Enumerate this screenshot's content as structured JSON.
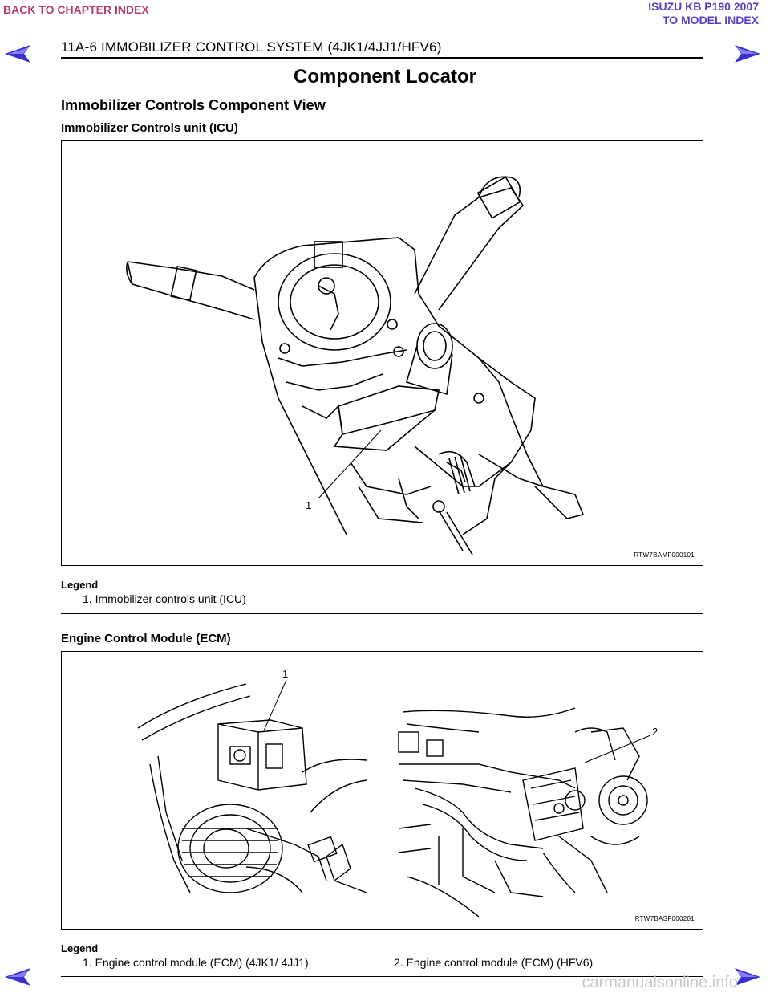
{
  "nav": {
    "back_chapter": "BACK TO CHAPTER INDEX",
    "model_line1": "ISUZU KB P190 2007",
    "model_line2": "TO MODEL INDEX"
  },
  "header": {
    "section": "11A-6   IMMOBILIZER CONTROL SYSTEM (4JK1/4JJ1/HFV6)"
  },
  "page_title": "Component Locator",
  "section_title": "Immobilizer Controls Component View",
  "figure1": {
    "heading": "Immobilizer Controls unit (ICU)",
    "callout": "1",
    "code": "RTW7BAMF000101",
    "legend_heading": "Legend",
    "legend_items": [
      "1.  Immobilizer controls unit (ICU)"
    ]
  },
  "figure2": {
    "heading": "Engine Control Module (ECM)",
    "callout1": "1",
    "callout2": "2",
    "code": "RTW7BASF000201",
    "legend_heading": "Legend",
    "legend_items": [
      "1.  Engine control module (ECM) (4JK1/ 4JJ1)",
      "2. Engine control module (ECM) (HFV6)"
    ]
  },
  "watermark": "carmanualsonline.info",
  "colors": {
    "nav_back": "#b53b6f",
    "nav_model": "#5a3fc4",
    "arrow": "#3a2fd0"
  }
}
